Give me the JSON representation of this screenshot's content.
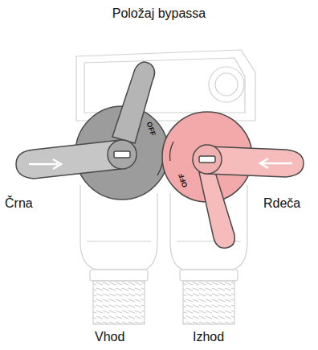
{
  "diagram": {
    "title": "Položaj bypassa",
    "labels": [
      "Črna",
      "Rdeča",
      "Vhod",
      "Izhod",
      "OFF",
      "OFF"
    ]
  }
}
